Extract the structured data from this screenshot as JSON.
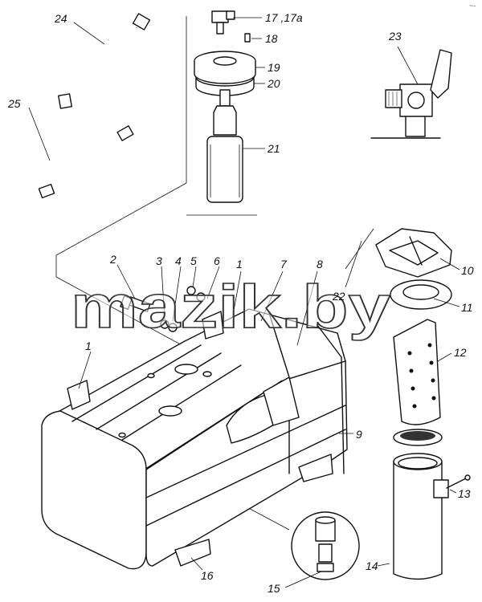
{
  "watermark": "mazik.by",
  "corner_mark": "~-",
  "labels": {
    "l1a": "1",
    "l1b": "1",
    "l2": "2",
    "l3": "3",
    "l4": "4",
    "l5": "5",
    "l6": "6",
    "l7": "7",
    "l8": "8",
    "l9": "9",
    "l10": "10",
    "l11": "11",
    "l12": "12",
    "l13": "13",
    "l14": "14",
    "l15": "15",
    "l16": "16",
    "l17": "17 ,17a",
    "l18": "18",
    "l19": "19",
    "l20": "20",
    "l21": "21",
    "l22": "22",
    "l23": "23",
    "l24": "24",
    "l25": "25"
  }
}
